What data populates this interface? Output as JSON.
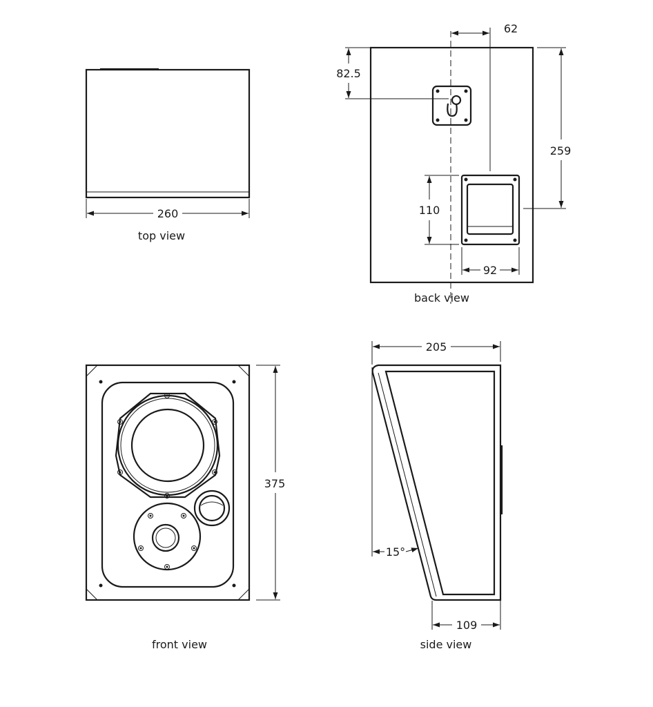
{
  "views": {
    "top": {
      "label": "top view",
      "width_label": "260"
    },
    "back": {
      "label": "back view",
      "offset_label": "62",
      "keyhole_height_label": "82.5",
      "terminal_height_label": "259",
      "terminal_box_height_label": "110",
      "terminal_box_width_label": "92"
    },
    "front": {
      "label": "front view",
      "height_label": "375"
    },
    "side": {
      "label": "side view",
      "depth_top_label": "205",
      "depth_bottom_label": "109",
      "angle_label": "15°"
    }
  }
}
